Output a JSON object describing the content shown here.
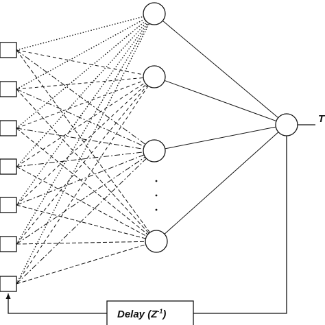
{
  "output_label": "T",
  "delay_label": "Delay (Z",
  "delay_superscript": "-1",
  "delay_close": ")",
  "colors": {
    "stroke": "#111111",
    "background": "#ffffff"
  },
  "input_count": 7,
  "hidden_count": 4
}
